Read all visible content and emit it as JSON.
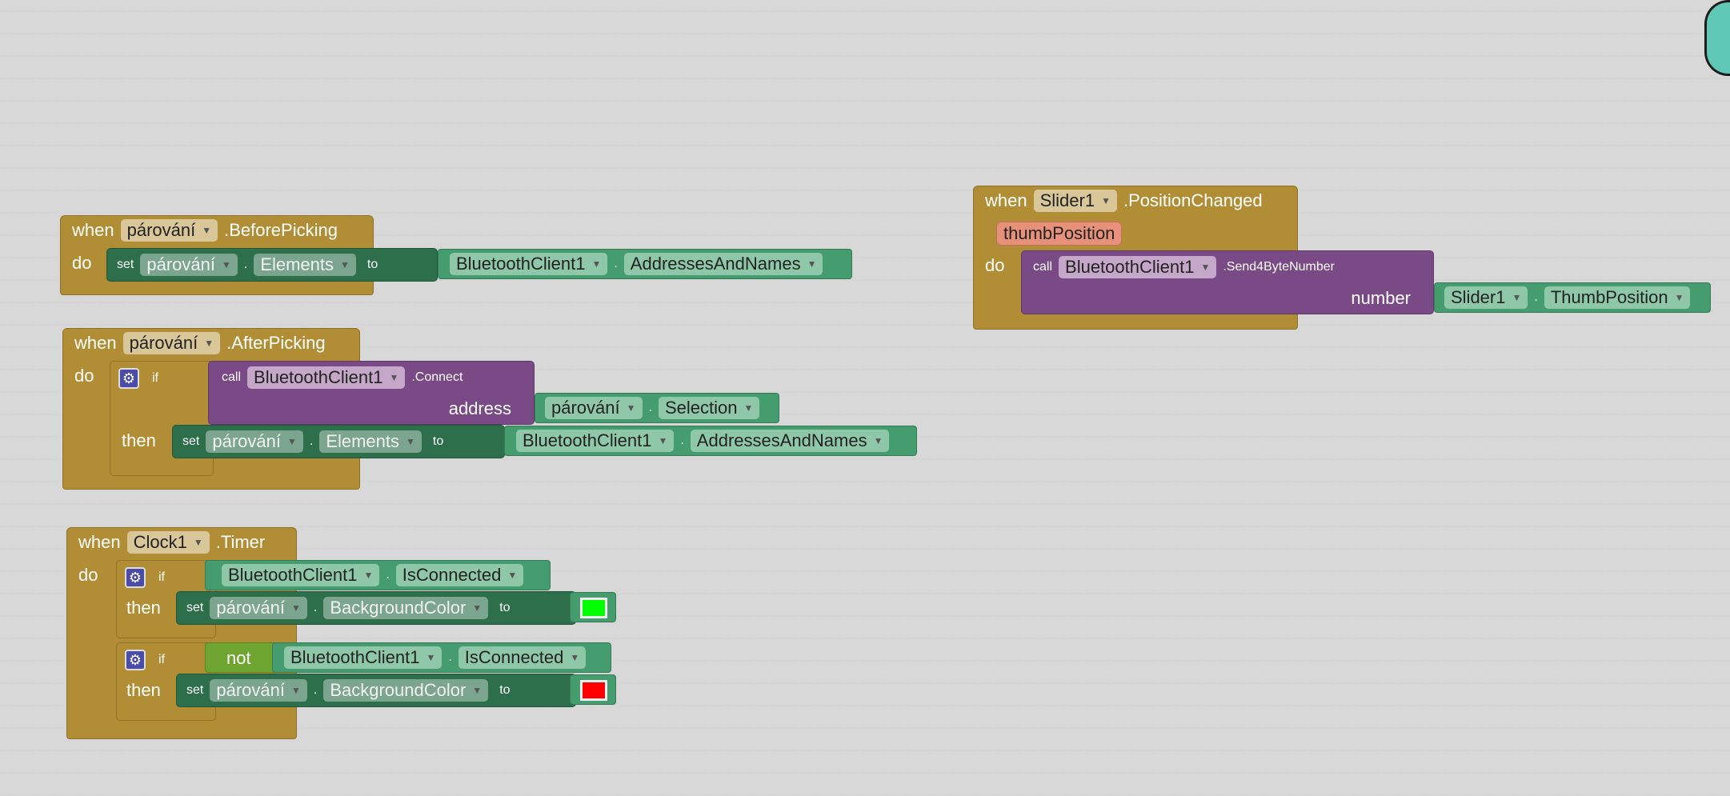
{
  "keywords": {
    "when": "when",
    "do": "do",
    "set": "set",
    "to": "to",
    "call": "call",
    "if": "if",
    "then": "then",
    "not": "not",
    "dot": ".",
    "address": "address",
    "number": "number"
  },
  "block1": {
    "component": "párování",
    "event": ".BeforePicking",
    "set_component": "párování",
    "set_property": "Elements",
    "value_component": "BluetoothClient1",
    "value_property": "AddressesAndNames"
  },
  "block2": {
    "component": "párování",
    "event": ".AfterPicking",
    "call_component": "BluetoothClient1",
    "call_method": ".Connect",
    "addr_component": "párování",
    "addr_property": "Selection",
    "set_component": "párování",
    "set_property": "Elements",
    "value_component": "BluetoothClient1",
    "value_property": "AddressesAndNames"
  },
  "block3": {
    "component": "Clock1",
    "event": ".Timer",
    "if1_component": "BluetoothClient1",
    "if1_property": "IsConnected",
    "set1_component": "párování",
    "set1_property": "BackgroundColor",
    "color1": "#00ff00",
    "if2_component": "BluetoothClient1",
    "if2_property": "IsConnected",
    "set2_component": "párování",
    "set2_property": "BackgroundColor",
    "color2": "#ff0000"
  },
  "block4": {
    "component": "Slider1",
    "event": ".PositionChanged",
    "param": "thumbPosition",
    "call_component": "BluetoothClient1",
    "call_method": ".Send4ByteNumber",
    "arg_component": "Slider1",
    "arg_property": "ThumbPosition"
  }
}
